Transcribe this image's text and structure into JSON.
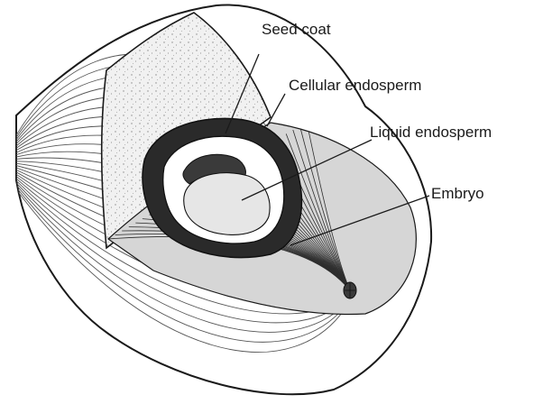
{
  "labels": {
    "seed_coat": "Seed coat",
    "cellular_endosperm": "Cellular endosperm",
    "liquid_endosperm": "Liquid endosperm",
    "embryo": "Embryo"
  },
  "colors": {
    "ink": "#1a1a1a",
    "husk": "#ffffff",
    "husk_dark": "#d6d6d6",
    "speckle_fill": "#f1f1f1",
    "seed_coat": "#2a2a2a",
    "cellular_endosperm": "#ffffff",
    "liquid_endosperm": "#e6e6e6"
  }
}
